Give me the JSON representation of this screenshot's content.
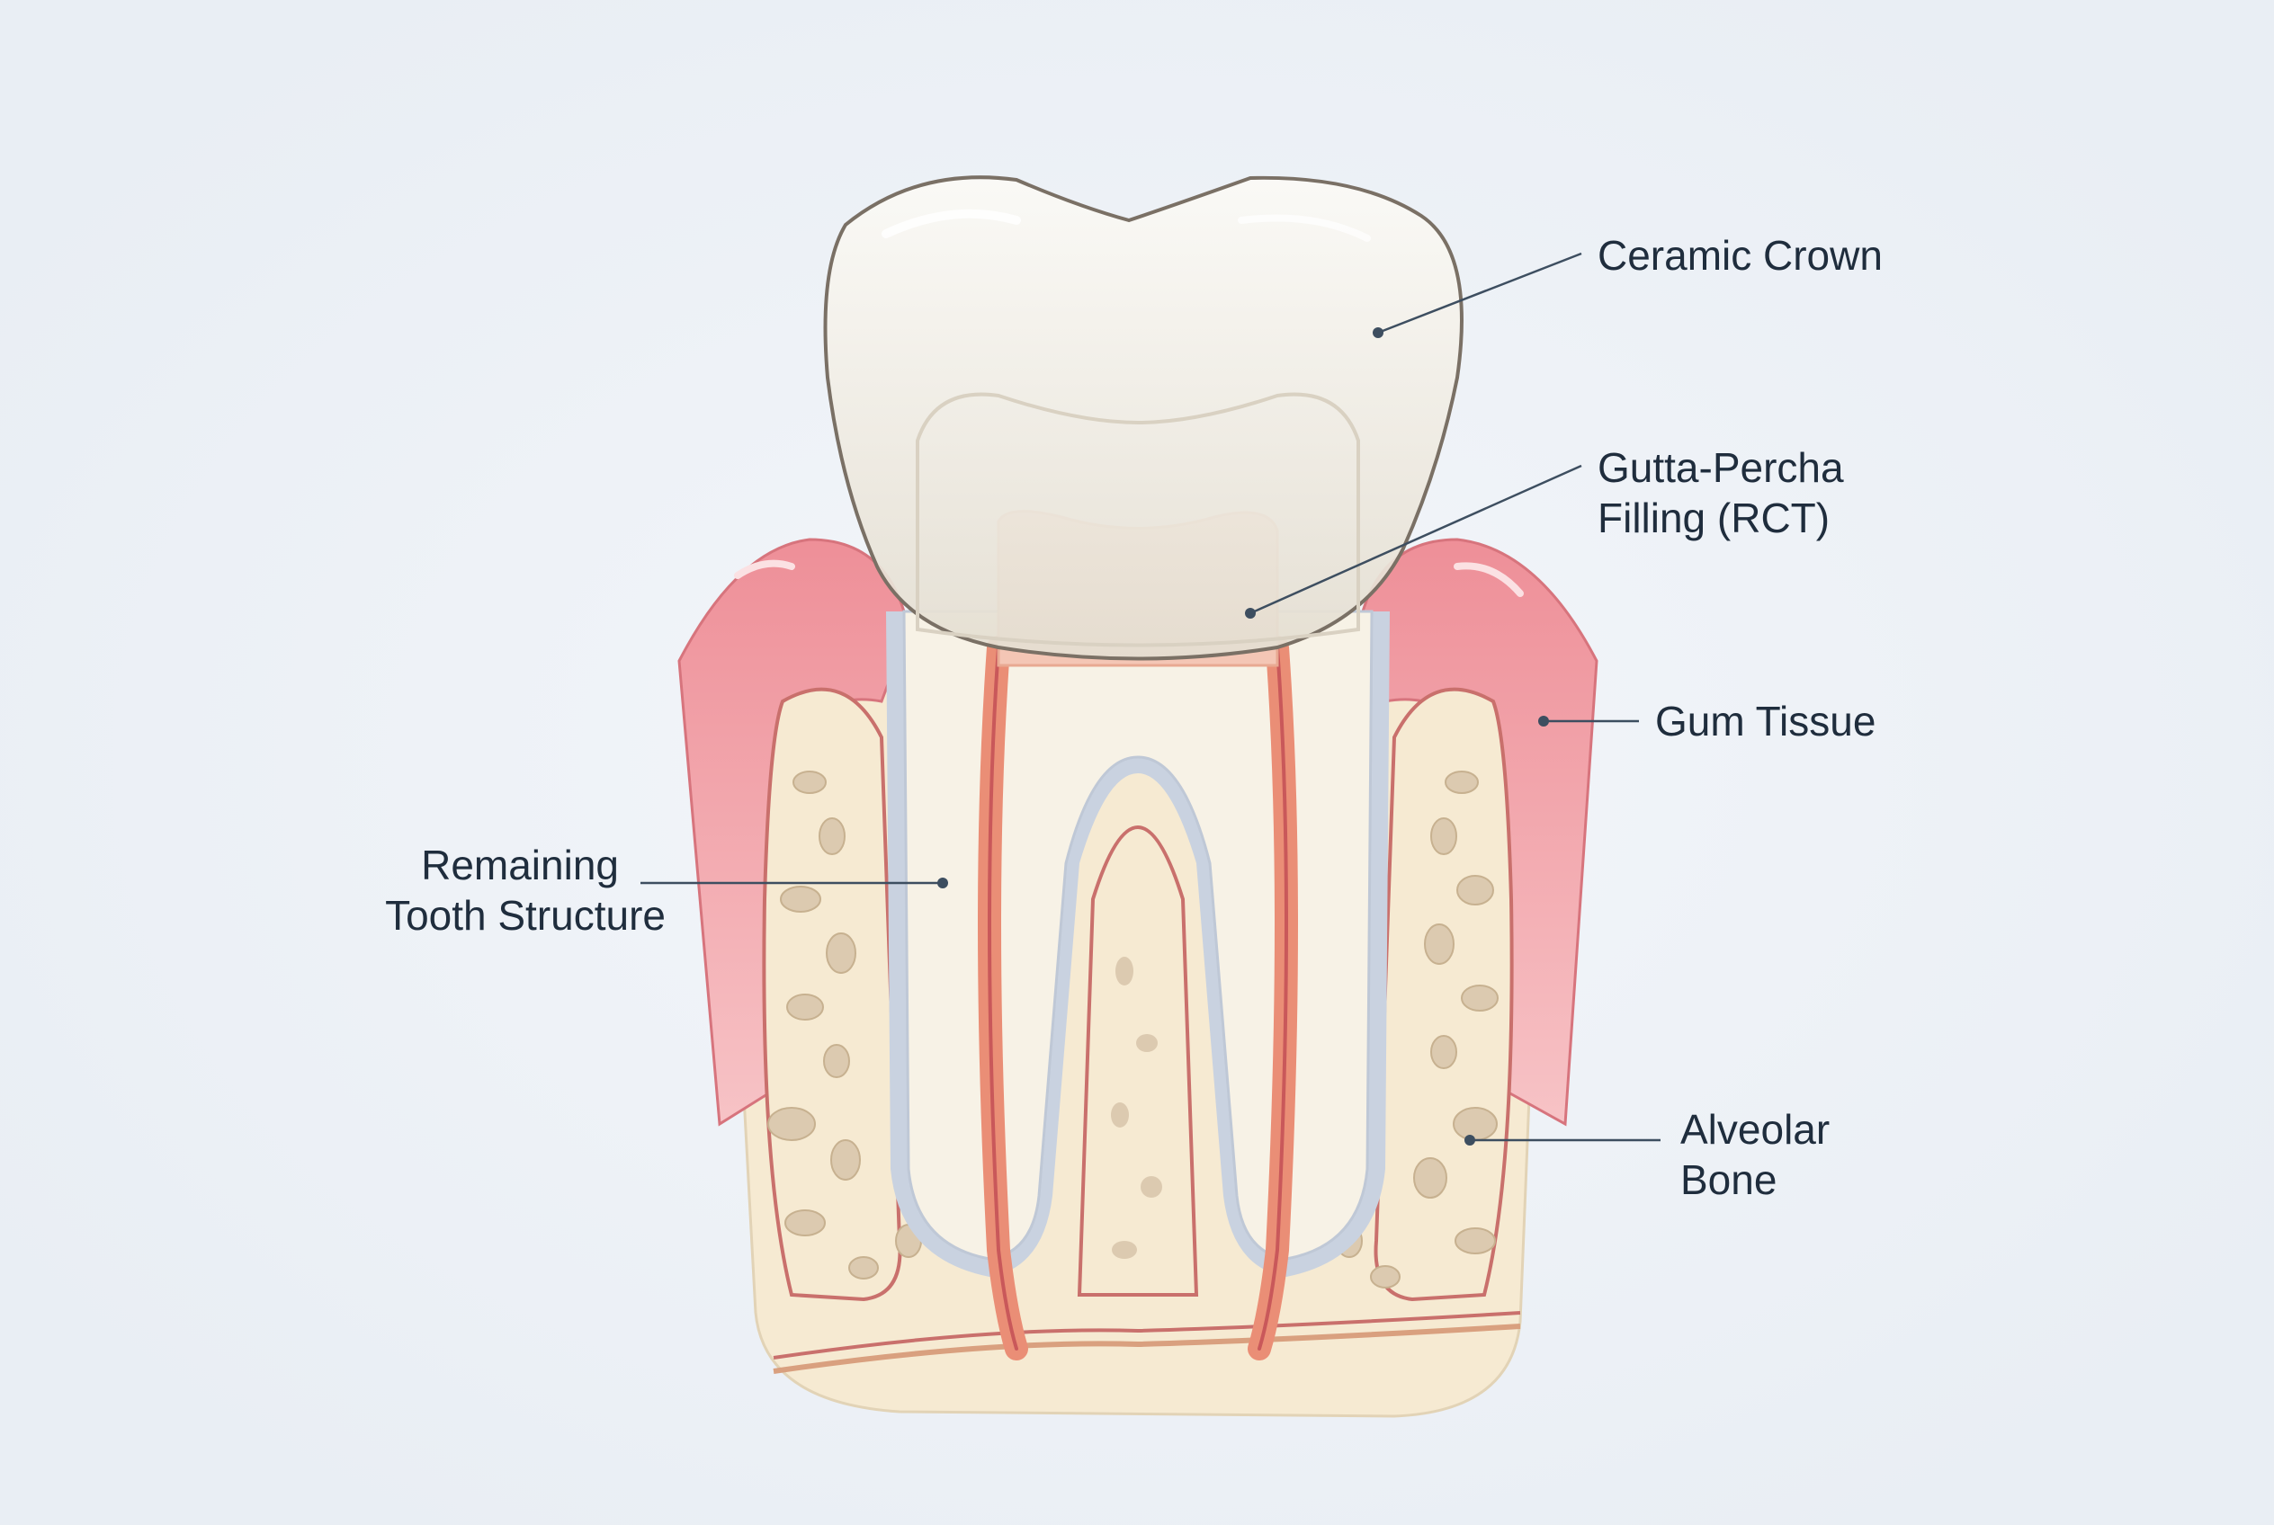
{
  "diagram": {
    "labels": {
      "ceramic_crown": [
        "Ceramic Crown"
      ],
      "gutta_percha": [
        "Gutta-Percha",
        "Filling (RCT)"
      ],
      "gum_tissue": [
        "Gum Tissue"
      ],
      "remaining_tooth": [
        "Remaining",
        "Tooth Structure"
      ],
      "alveolar_bone": [
        "Alveolar",
        "Bone"
      ]
    }
  },
  "colors": {
    "background": "#edf1f6",
    "crown": "#efeae0",
    "gum": "#f2a3aa",
    "bone": "#f6ead2",
    "bone_pores": "#d8c6a6",
    "dentin": "#f7f2e6",
    "pdl_line": "#c9d2e0",
    "canal": "#ea8e76",
    "leader": "#3d4e60",
    "label_text": "#1f2d3d"
  }
}
